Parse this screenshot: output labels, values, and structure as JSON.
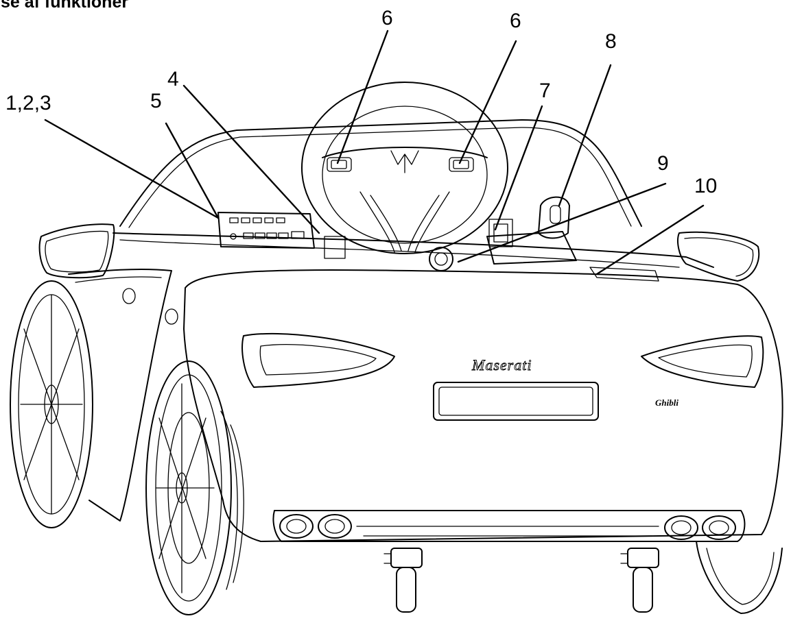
{
  "title": "ise af funktioner",
  "callouts": [
    "1,2,3",
    "4",
    "5",
    "6",
    "6",
    "7",
    "8",
    "9",
    "10"
  ],
  "logo": {
    "wordmark": "Maserati",
    "badge": "Ghibli"
  }
}
